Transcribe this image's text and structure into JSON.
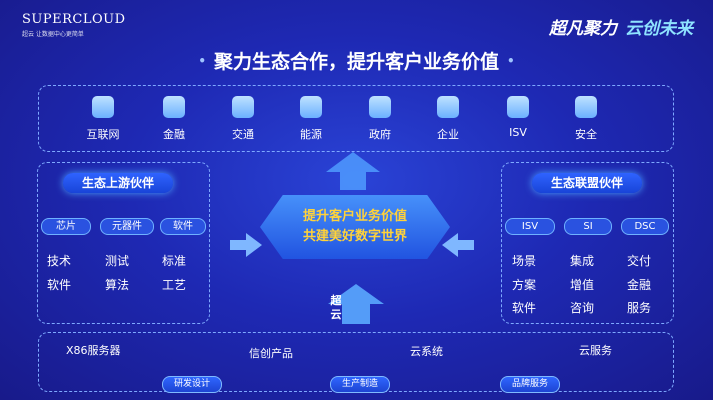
{
  "brand": {
    "logo": "SUPERCLOUD",
    "tagline": "超云 让数据中心更简单"
  },
  "slogan": {
    "part1": "超凡聚力",
    "part2": "云创未来"
  },
  "title": "聚力生态合作，提升客户业务价值",
  "industries": [
    {
      "label": "互联网",
      "icon": "globe-icon"
    },
    {
      "label": "金融",
      "icon": "coins-icon"
    },
    {
      "label": "交通",
      "icon": "vehicle-icon"
    },
    {
      "label": "能源",
      "icon": "power-icon"
    },
    {
      "label": "政府",
      "icon": "government-icon"
    },
    {
      "label": "企业",
      "icon": "building-icon"
    },
    {
      "label": "ISV",
      "icon": "truck-icon"
    },
    {
      "label": "安全",
      "icon": "shield-icon"
    }
  ],
  "left_panel": {
    "title": "生态上游伙伴",
    "tags": [
      "芯片",
      "元器件",
      "软件"
    ],
    "words": [
      "技术",
      "测试",
      "标准",
      "软件",
      "算法",
      "工艺"
    ]
  },
  "right_panel": {
    "title": "生态联盟伙伴",
    "tags": [
      "ISV",
      "SI",
      "DSC"
    ],
    "words": [
      "场景",
      "集成",
      "交付",
      "方案",
      "增值",
      "金融",
      "软件",
      "咨询",
      "服务"
    ]
  },
  "center": {
    "line1": "提升客户业务价值",
    "line2": "共建美好数字世界"
  },
  "up_label": {
    "c1": "超",
    "c2": "云"
  },
  "bottom": {
    "items": [
      "X86服务器",
      "信创产品",
      "云系统",
      "云服务"
    ],
    "tags": [
      "研发设计",
      "生产制造",
      "品牌服务"
    ]
  },
  "colors": {
    "background": "#1e29b4",
    "accent": "#ffd23a",
    "highlight": "#8fe3ff"
  }
}
